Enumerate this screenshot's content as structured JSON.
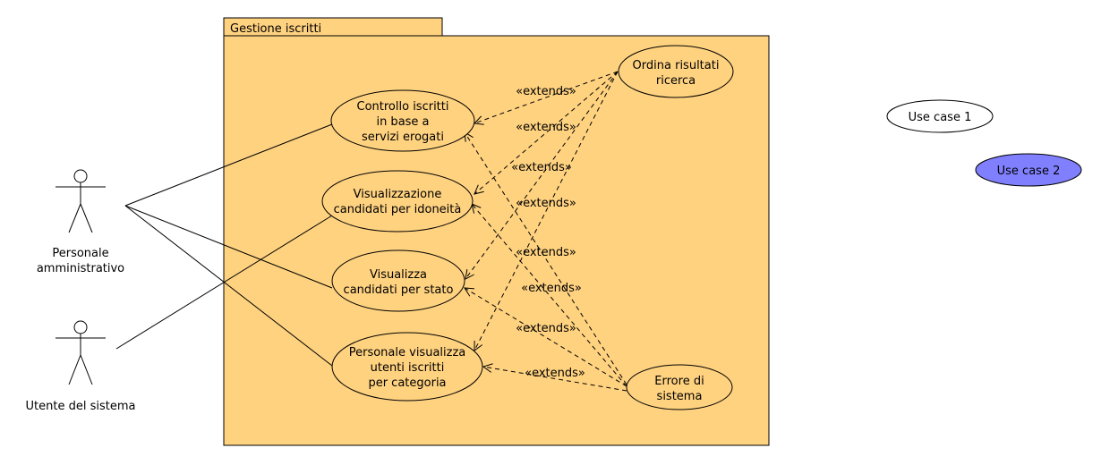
{
  "package": {
    "title": "Gestione iscritti",
    "fill": "#ffd280"
  },
  "actors": [
    {
      "id": "personale",
      "label_lines": [
        "Personale",
        "amministrativo"
      ]
    },
    {
      "id": "utente",
      "label_lines": [
        "Utente del sistema"
      ]
    }
  ],
  "use_cases": [
    {
      "id": "controllo",
      "lines": [
        "Controllo iscritti",
        "in base a",
        "servizi erogati"
      ]
    },
    {
      "id": "idoneita",
      "lines": [
        "Visualizzazione",
        "candidati per  idoneità"
      ]
    },
    {
      "id": "stato",
      "lines": [
        "Visualizza",
        "candidati per stato"
      ]
    },
    {
      "id": "categoria",
      "lines": [
        "Personale visualizza",
        "utenti iscritti",
        "per categoria"
      ]
    },
    {
      "id": "ordina",
      "lines": [
        "Ordina risultati",
        "ricerca"
      ]
    },
    {
      "id": "errore",
      "lines": [
        "Errore di",
        "sistema"
      ]
    }
  ],
  "extends_label": "«extends»",
  "legend": [
    {
      "label": "Use case 1",
      "fill": "#ffffff"
    },
    {
      "label": "Use case 2",
      "fill": "#8080ff"
    }
  ]
}
